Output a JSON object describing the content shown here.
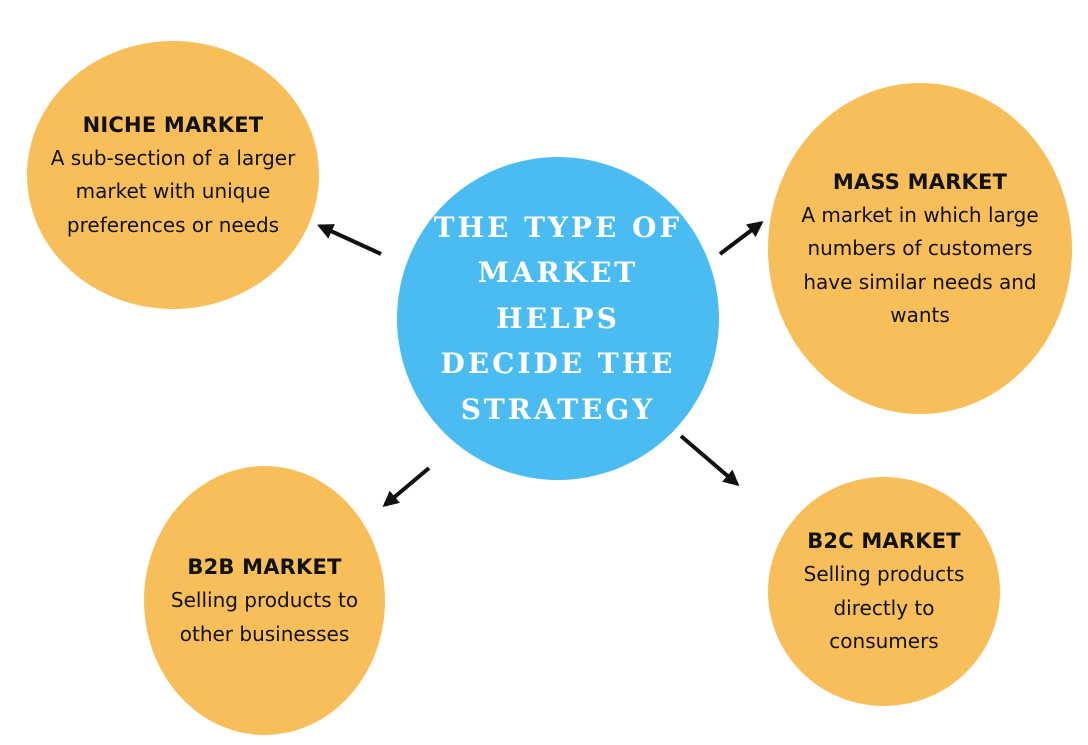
{
  "colors": {
    "node_fill": "#F7BE5A",
    "center_fill": "#4ABCF2",
    "arrow": "#111111"
  },
  "center": {
    "text": "THE TYPE OF MARKET HELPS DECIDE THE STRATEGY"
  },
  "nodes": {
    "niche": {
      "title": "NICHE MARKET",
      "description": "A sub-section of a larger market with unique preferences or needs"
    },
    "mass": {
      "title": "MASS MARKET",
      "description": "A market in which large numbers of customers have similar needs and wants"
    },
    "b2b": {
      "title": "B2B MARKET",
      "description": "Selling products to other businesses"
    },
    "b2c": {
      "title": "B2C MARKET",
      "description": "Selling products directly to consumers"
    }
  }
}
